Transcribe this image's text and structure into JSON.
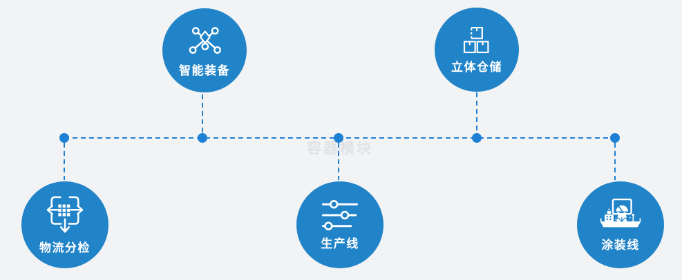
{
  "diagram": {
    "watermark": "容器模块",
    "nodes": [
      {
        "id": "smart-equipment",
        "label": "智能装备",
        "icon": "network-nodes-icon",
        "row": "top"
      },
      {
        "id": "warehouse",
        "label": "立体仓储",
        "icon": "stacked-boxes-icon",
        "row": "top"
      },
      {
        "id": "logistics",
        "label": "物流分检",
        "icon": "sort-dispatch-icon",
        "row": "bottom"
      },
      {
        "id": "production",
        "label": "生产线",
        "icon": "sliders-icon",
        "row": "bottom"
      },
      {
        "id": "painting",
        "label": "涂装线",
        "icon": "machine-console-icon",
        "row": "bottom"
      }
    ],
    "colors": {
      "circle": "#2183c8",
      "connector": "#1e80d4",
      "background": "#f2f3f4",
      "watermark_color": "#e0e2e5",
      "icon_color": "#ffffff"
    }
  }
}
